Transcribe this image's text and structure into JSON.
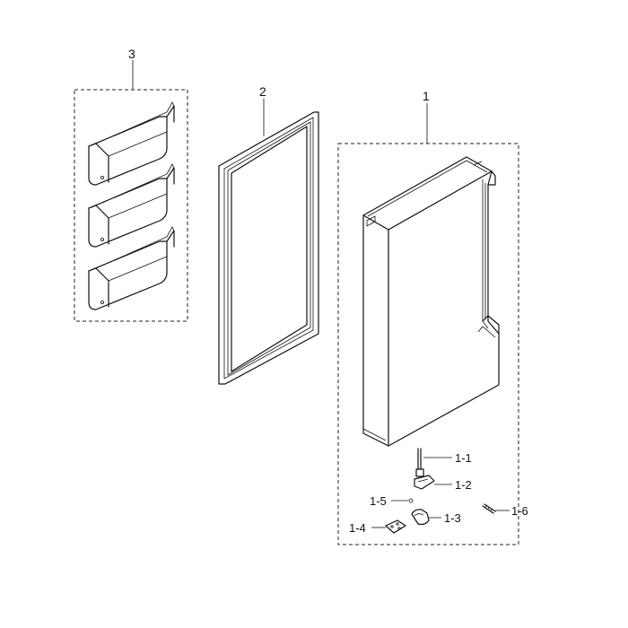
{
  "labels": {
    "assembly_3": "3",
    "assembly_2": "2",
    "assembly_1": "1",
    "part_1_1": "1-1",
    "part_1_2": "1-2",
    "part_1_3": "1-3",
    "part_1_4": "1-4",
    "part_1_5": "1-5",
    "part_1_6": "1-6"
  },
  "colors": {
    "line": "#111111",
    "background": "#ffffff"
  }
}
